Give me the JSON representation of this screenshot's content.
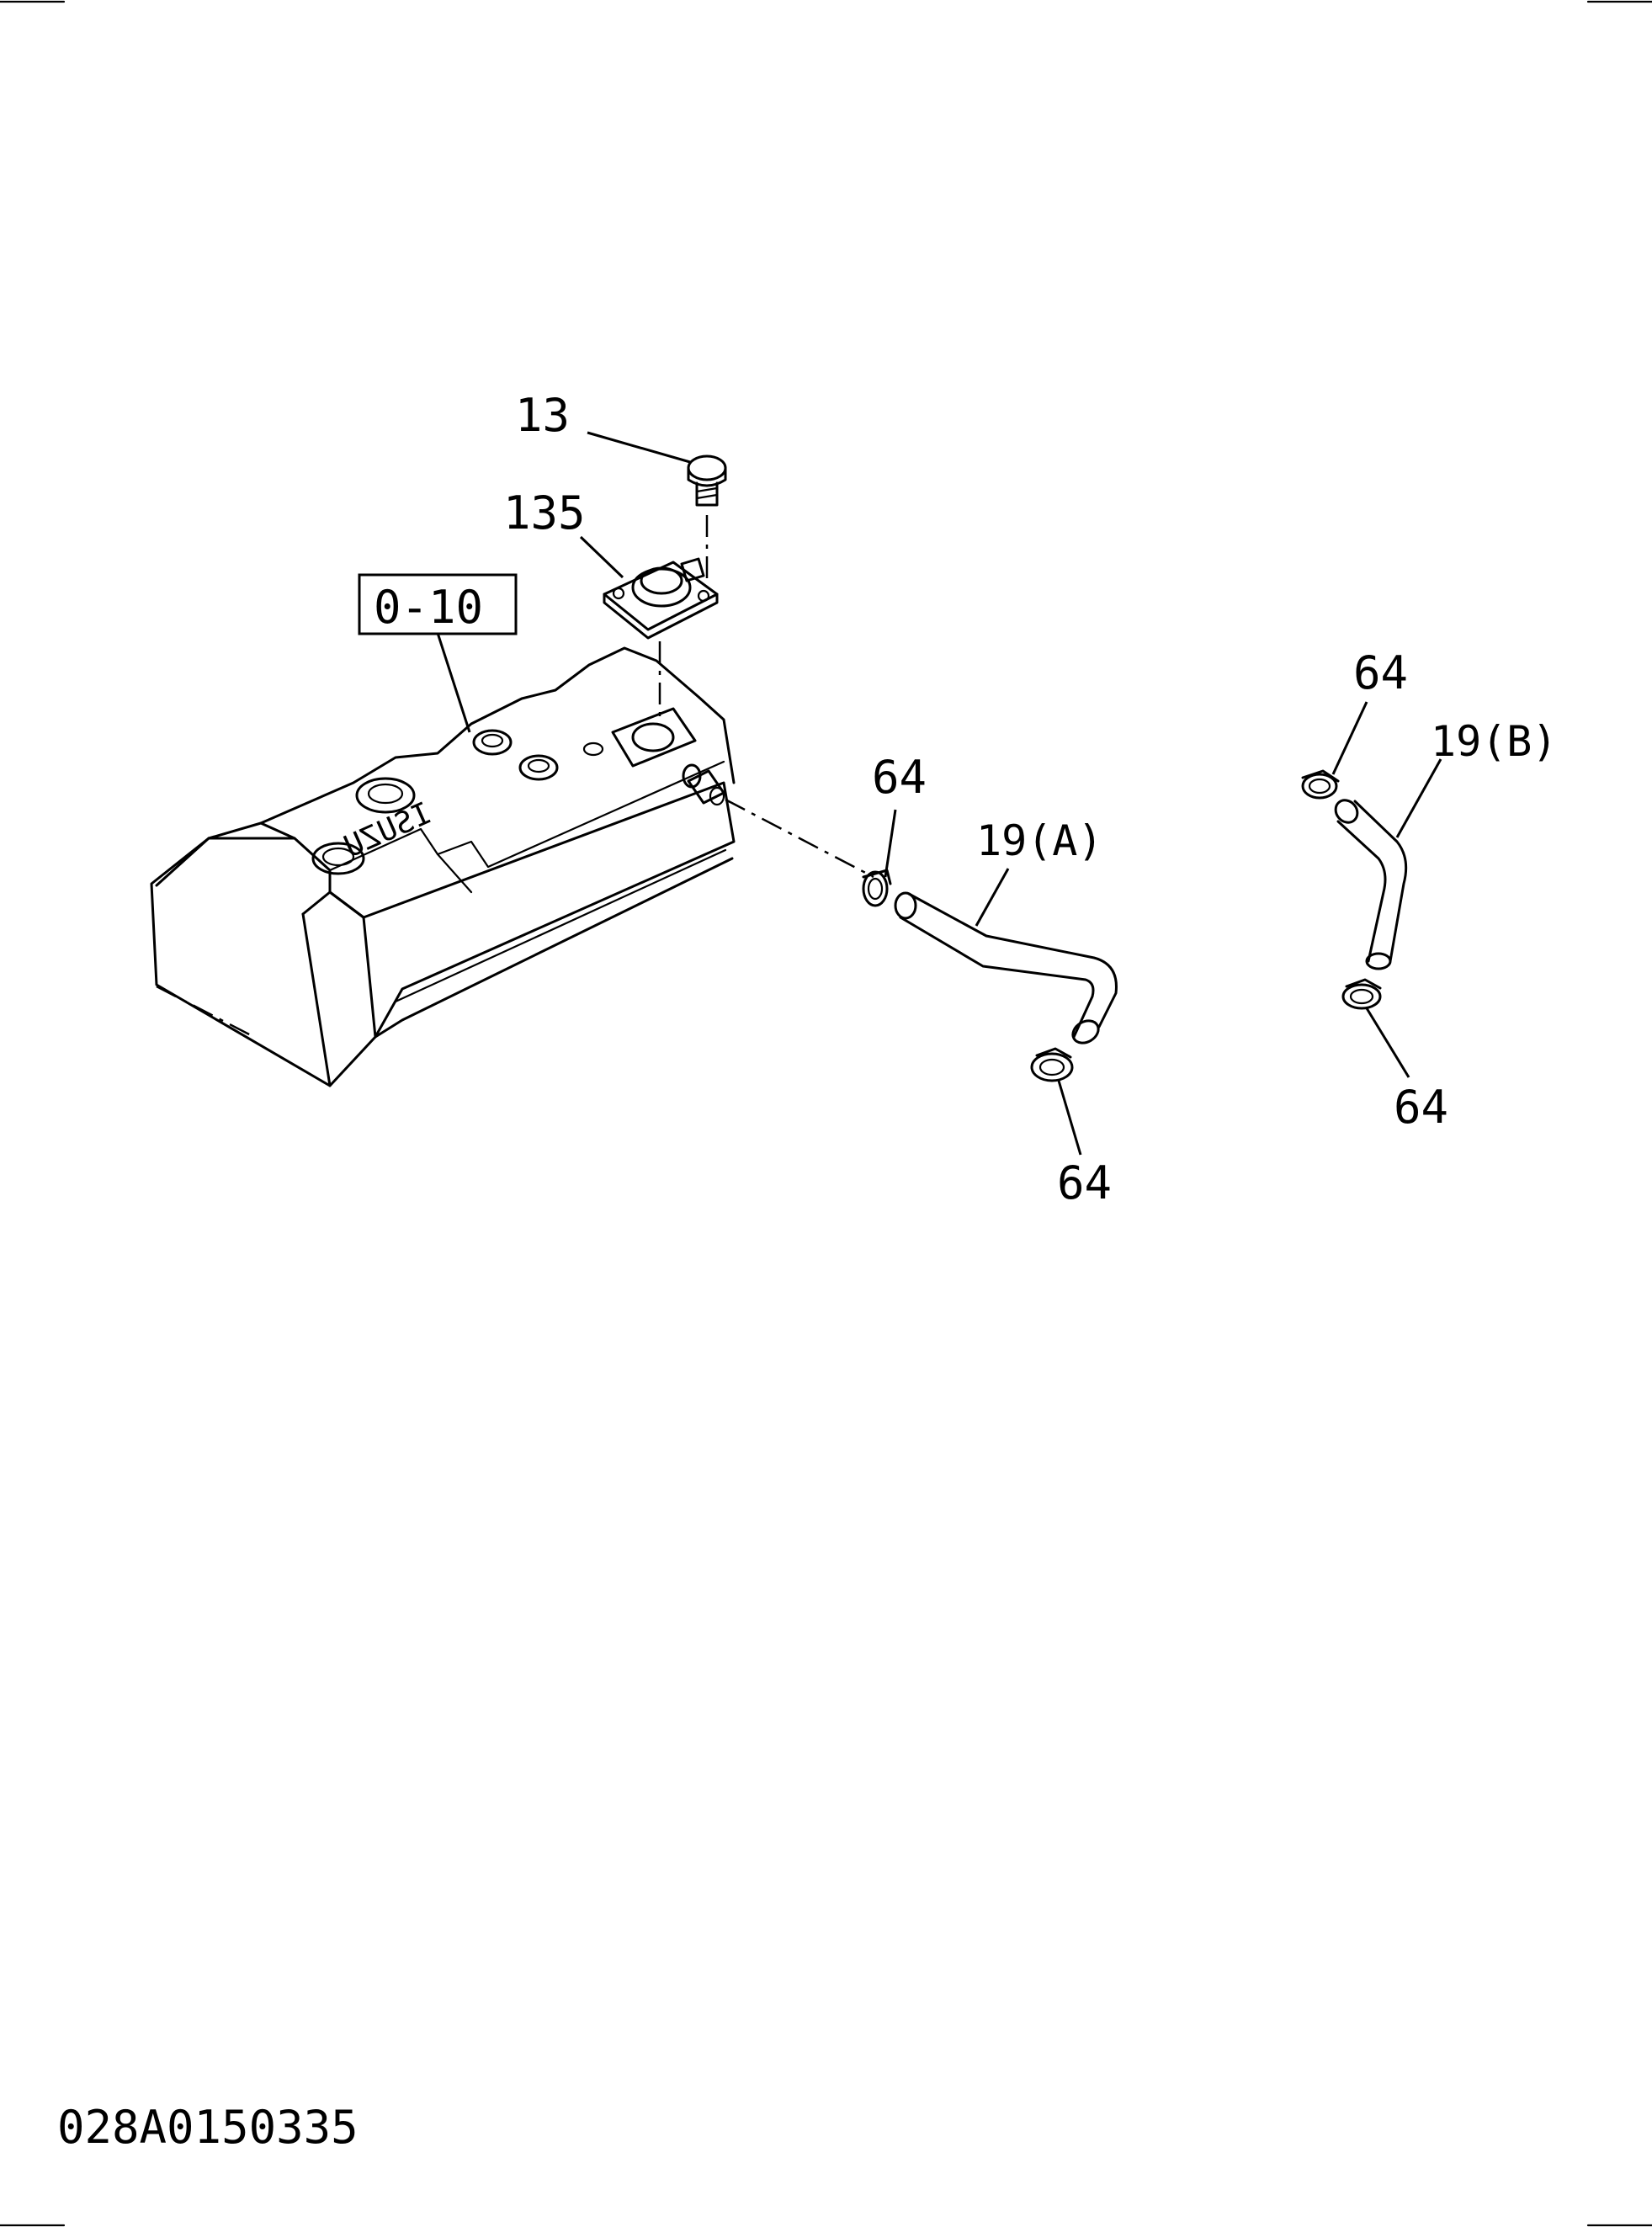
{
  "callouts": {
    "screw": "13",
    "flange": "135",
    "reference": "0-10",
    "clip_a_upper": "64",
    "hose_a": "19(A)",
    "clip_a_lower": "64",
    "clip_b_upper": "64",
    "hose_b": "19(B)",
    "clip_b_lower": "64"
  },
  "cover_marking": "ISUZU",
  "drawing_number": "028A0150335"
}
